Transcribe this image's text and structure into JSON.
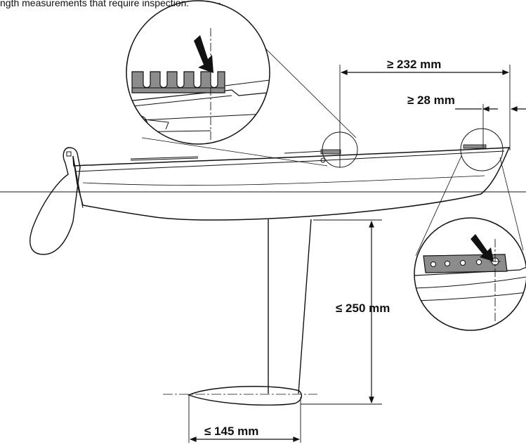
{
  "caption": "ngth  measurements  that  require  inspection:",
  "dimensions": {
    "bow_to_forestay": "≥ 232 mm",
    "forestay_fitting": "≥ 28 mm",
    "keel_depth": "≤ 250 mm",
    "bulb_length": "≤ 145 mm"
  },
  "colors": {
    "line": "#111111",
    "waterline": "#8a8a8a",
    "fitting": "#8c8c8c"
  }
}
